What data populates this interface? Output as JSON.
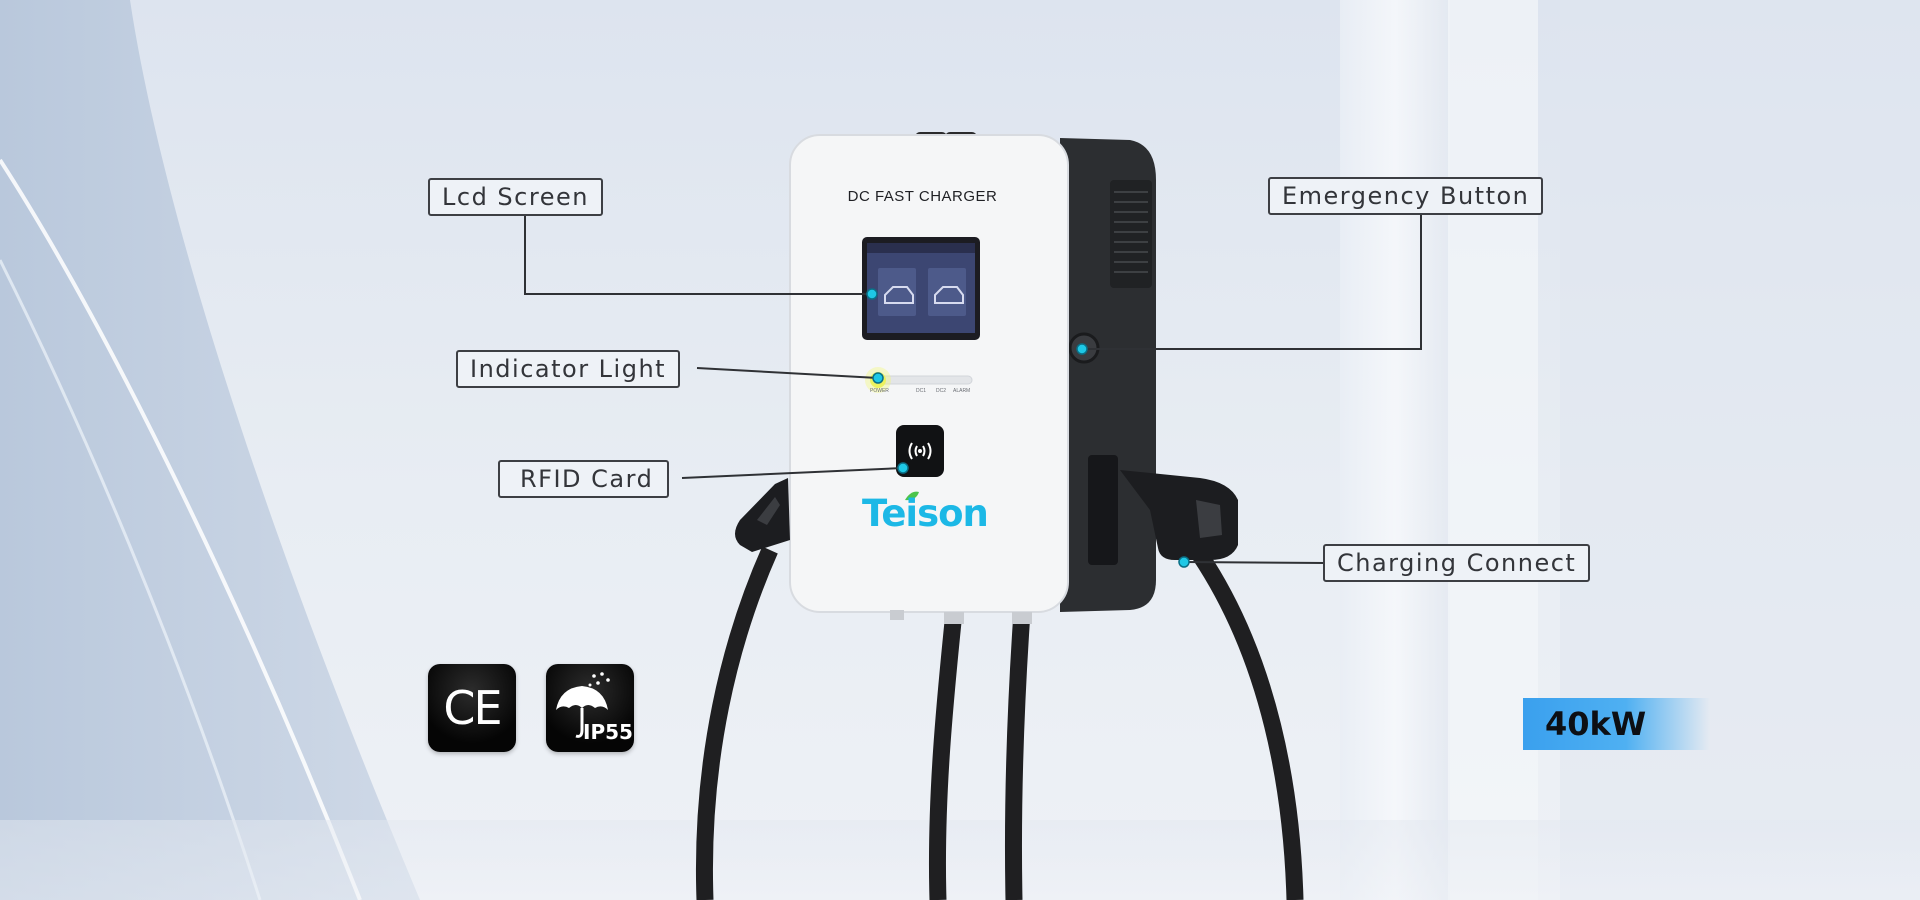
{
  "callouts": {
    "lcd": "Lcd Screen",
    "indicator": "Indicator Light",
    "rfid": "RFID Card",
    "emergency": "Emergency Button",
    "connector": "Charging Connect"
  },
  "charger": {
    "title": "DC FAST CHARGER",
    "brand": "Teison",
    "indicator_labels": [
      "POWER",
      "DC1",
      "DC2",
      "ALARM"
    ]
  },
  "certifications": {
    "ce": "CE",
    "ip": "IP55"
  },
  "power": "40kW",
  "colors": {
    "callout_dot": "#1ec8e6",
    "brand": "#1cb8e6",
    "banner": "#3aa0ee",
    "leaf": "#4cc44c"
  }
}
